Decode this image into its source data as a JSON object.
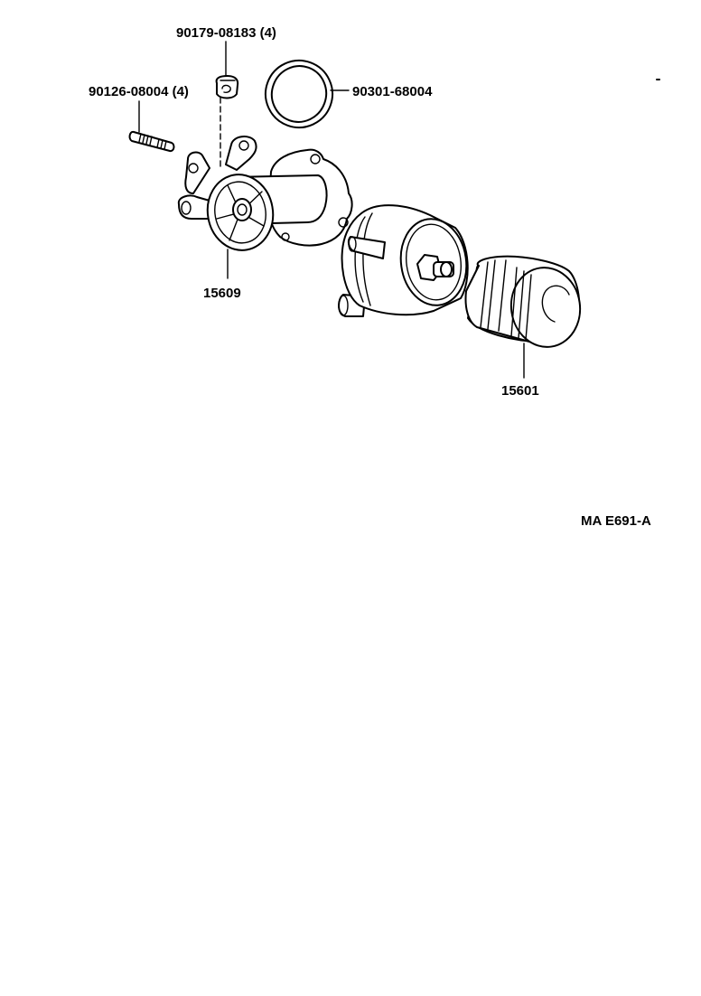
{
  "diagram": {
    "labels": {
      "bolt_top": "90179-08183 (4)",
      "stud": "90126-08004 (4)",
      "o_ring": "90301-68004",
      "cooler_cover": "15609",
      "oil_filter": "15601",
      "figure_code": "MA E691-A"
    },
    "ink_color": "#000000",
    "paper_color": "#ffffff"
  }
}
